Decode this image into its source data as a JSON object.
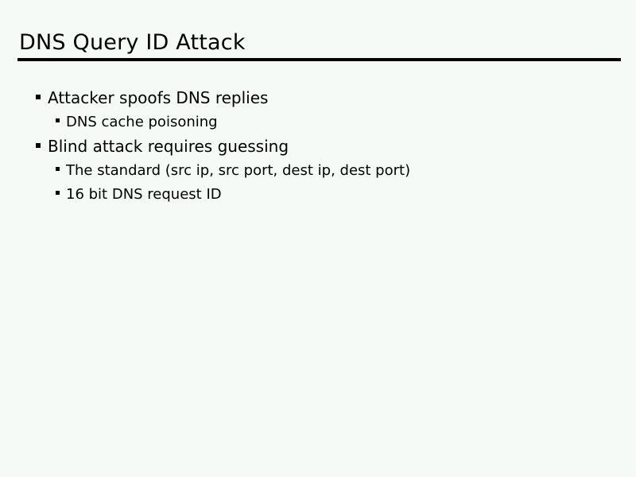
{
  "slide": {
    "title": "DNS Query ID Attack",
    "colors": {
      "background": "#f6faf7",
      "text": "#000000",
      "rule": "#000000"
    },
    "bullets": [
      {
        "level": 1,
        "marker": "square-bullet-icon",
        "text": "Attacker spoofs DNS replies"
      },
      {
        "level": 2,
        "marker": "square-bullet-icon",
        "text": "DNS cache poisoning"
      },
      {
        "level": 1,
        "marker": "square-bullet-icon",
        "text": "Blind attack requires guessing"
      },
      {
        "level": 2,
        "marker": "square-bullet-icon",
        "text": "The standard (src ip, src port, dest ip, dest port)"
      },
      {
        "level": 2,
        "marker": "square-bullet-icon",
        "text": "16 bit DNS request ID"
      }
    ]
  }
}
